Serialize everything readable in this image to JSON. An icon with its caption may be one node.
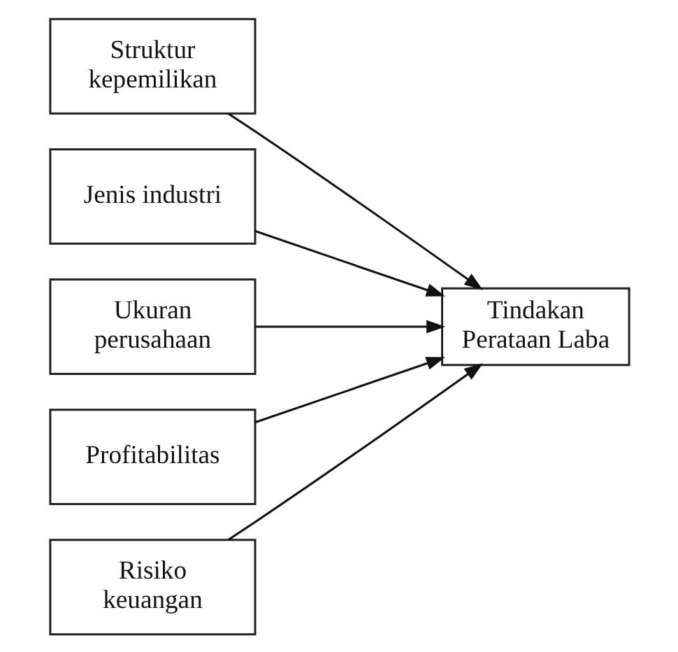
{
  "diagram": {
    "nodes": [
      {
        "text": [
          "Struktur kepemilikan"
        ]
      },
      {
        "text": [
          "Jenis industri"
        ]
      },
      {
        "text": [
          "Ukuran perusahaan"
        ]
      },
      {
        "text": [
          "Profitabilitas"
        ]
      },
      {
        "text": [
          "Risiko keuangan"
        ]
      },
      {
        "text": [
          "Tindakan Perataan Laba"
        ]
      }
    ],
    "edges": [
      {
        "from": 0,
        "to": 5,
        "arrow": "to"
      },
      {
        "from": 1,
        "to": 5,
        "arrow": "to"
      },
      {
        "from": 2,
        "to": 5,
        "arrow": "to"
      },
      {
        "from": 3,
        "to": 5,
        "arrow": "to"
      },
      {
        "from": 4,
        "to": 5,
        "arrow": "to"
      }
    ]
  }
}
